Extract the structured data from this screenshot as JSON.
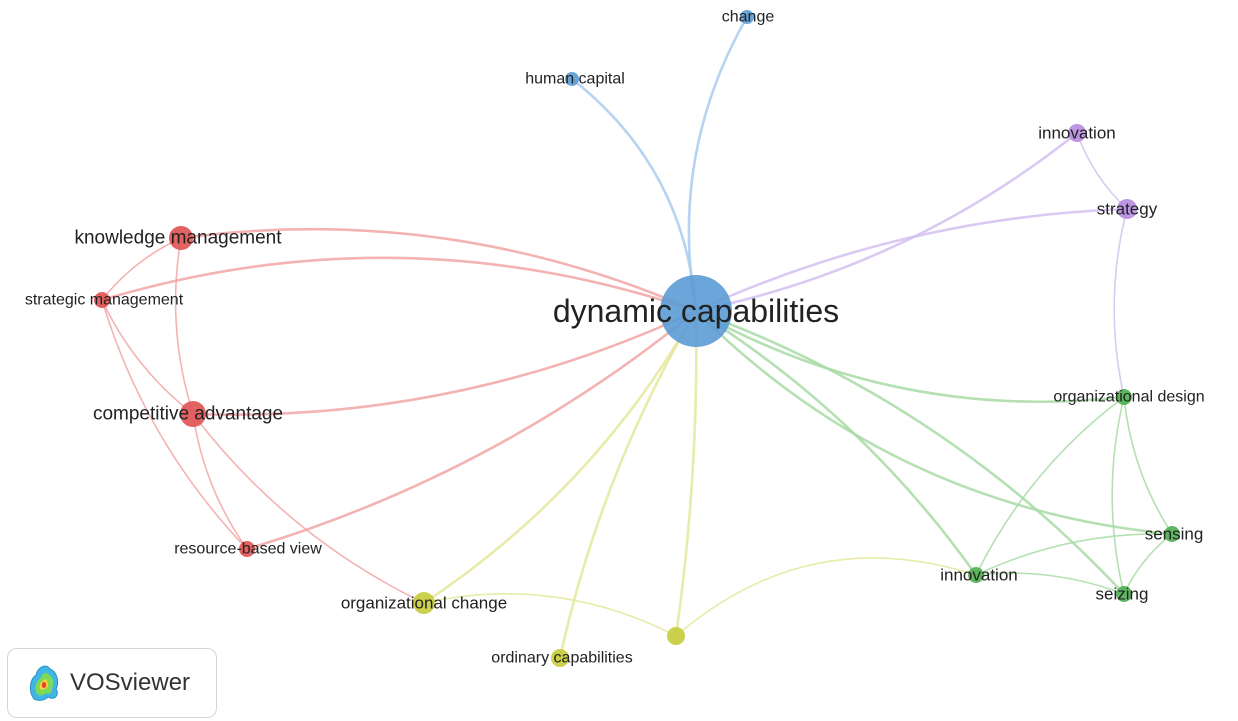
{
  "app_badge": {
    "label": "VOSviewer",
    "logo_icon": "vosviewer-logo-icon"
  },
  "clusters": {
    "red": "#e05252",
    "blue": "#5b9bd5",
    "green": "#4caf50",
    "yellow": "#c6cc3a",
    "purple": "#b78be0"
  },
  "link_colors": {
    "red": "#f2a6a6",
    "blue": "#a9ccef",
    "green": "#a8dba4",
    "yellow": "#e4e89a",
    "purple": "#d3bff0"
  },
  "nodes": [
    {
      "id": "dynamic-capabilities",
      "label": "dynamic capabilities",
      "cluster": "blue"
    },
    {
      "id": "change",
      "label": "change",
      "cluster": "blue"
    },
    {
      "id": "human-capital",
      "label": "human capital",
      "cluster": "blue"
    },
    {
      "id": "innovation-purple",
      "label": "innovation",
      "cluster": "purple"
    },
    {
      "id": "strategy",
      "label": "strategy",
      "cluster": "purple"
    },
    {
      "id": "knowledge-management",
      "label": "knowledge management",
      "cluster": "red"
    },
    {
      "id": "strategic-management",
      "label": "strategic management",
      "cluster": "red"
    },
    {
      "id": "competitive-advantage",
      "label": "competitive advantage",
      "cluster": "red"
    },
    {
      "id": "resource-based-view",
      "label": "resource-based view",
      "cluster": "red"
    },
    {
      "id": "organizational-design",
      "label": "organizational design",
      "cluster": "green"
    },
    {
      "id": "sensing",
      "label": "sensing",
      "cluster": "green"
    },
    {
      "id": "seizing",
      "label": "seizing",
      "cluster": "green"
    },
    {
      "id": "innovation-green",
      "label": "innovation",
      "cluster": "green"
    },
    {
      "id": "organizational-change",
      "label": "organizational change",
      "cluster": "yellow"
    },
    {
      "id": "ordinary-capabilities",
      "label": "ordinary capabilities",
      "cluster": "yellow"
    },
    {
      "id": "yellow-unlabeled",
      "label": "",
      "cluster": "yellow"
    }
  ],
  "links": [
    [
      "dynamic-capabilities",
      "change"
    ],
    [
      "dynamic-capabilities",
      "human-capital"
    ],
    [
      "dynamic-capabilities",
      "innovation-purple"
    ],
    [
      "dynamic-capabilities",
      "strategy"
    ],
    [
      "innovation-purple",
      "strategy"
    ],
    [
      "dynamic-capabilities",
      "knowledge-management"
    ],
    [
      "dynamic-capabilities",
      "strategic-management"
    ],
    [
      "dynamic-capabilities",
      "competitive-advantage"
    ],
    [
      "dynamic-capabilities",
      "resource-based-view"
    ],
    [
      "knowledge-management",
      "strategic-management"
    ],
    [
      "knowledge-management",
      "competitive-advantage"
    ],
    [
      "strategic-management",
      "competitive-advantage"
    ],
    [
      "strategic-management",
      "resource-based-view"
    ],
    [
      "competitive-advantage",
      "resource-based-view"
    ],
    [
      "competitive-advantage",
      "organizational-change"
    ],
    [
      "dynamic-capabilities",
      "organizational-change"
    ],
    [
      "dynamic-capabilities",
      "ordinary-capabilities"
    ],
    [
      "dynamic-capabilities",
      "yellow-unlabeled"
    ],
    [
      "organizational-change",
      "yellow-unlabeled"
    ],
    [
      "yellow-unlabeled",
      "innovation-green"
    ],
    [
      "dynamic-capabilities",
      "organizational-design"
    ],
    [
      "dynamic-capabilities",
      "sensing"
    ],
    [
      "dynamic-capabilities",
      "seizing"
    ],
    [
      "dynamic-capabilities",
      "innovation-green"
    ],
    [
      "strategy",
      "organizational-design"
    ],
    [
      "organizational-design",
      "sensing"
    ],
    [
      "organizational-design",
      "seizing"
    ],
    [
      "organizational-design",
      "innovation-green"
    ],
    [
      "sensing",
      "seizing"
    ],
    [
      "sensing",
      "innovation-green"
    ],
    [
      "seizing",
      "innovation-green"
    ]
  ]
}
